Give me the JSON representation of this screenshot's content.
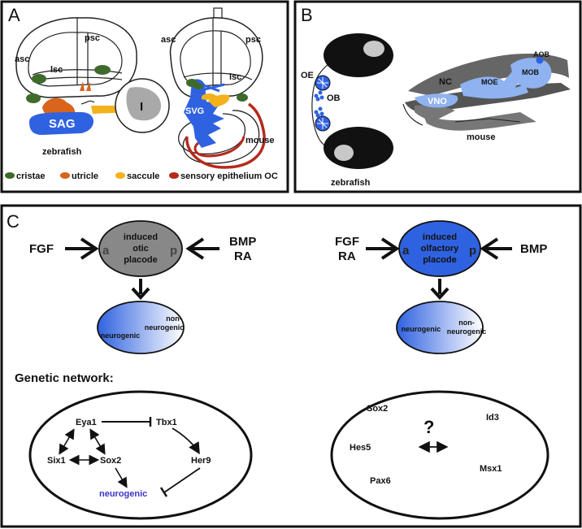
{
  "panel_a": {
    "letter": "A",
    "zebrafish_labels": {
      "asc": "asc",
      "psc": "psc",
      "lsc": "lsc",
      "sag": "SAG",
      "i": "I",
      "species": "zebrafish"
    },
    "mouse_labels": {
      "asc": "asc",
      "psc": "psc",
      "lsc": "lsc",
      "svg": "SVG",
      "species": "mouse"
    },
    "legend": [
      {
        "label": "cristae",
        "color": "#3e6b2b"
      },
      {
        "label": "utricle",
        "color": "#d9641c"
      },
      {
        "label": "saccule",
        "color": "#f3b21c"
      },
      {
        "label": "sensory epithelium OC",
        "color": "#b52a1c"
      }
    ]
  },
  "panel_b": {
    "letter": "B",
    "zebrafish_labels": {
      "oe": "OE",
      "ob": "OB",
      "species": "zebrafish"
    },
    "mouse_labels": {
      "nc": "NC",
      "moe": "MOE",
      "mob": "MOB",
      "aob": "AOB",
      "vno": "VNO",
      "species": "mouse"
    }
  },
  "panel_c": {
    "letter": "C",
    "otic": {
      "left_signal": "FGF",
      "right_signal_1": "BMP",
      "right_signal_2": "RA",
      "placode_line_1": "induced",
      "placode_line_2": "otic",
      "placode_line_3": "placode",
      "axis_a": "a",
      "axis_p": "p",
      "result_neurogenic": "neurogenic",
      "result_non_1": "non-",
      "result_non_2": "neurogenic"
    },
    "olfactory": {
      "left_signal_1": "FGF",
      "left_signal_2": "RA",
      "right_signal": "BMP",
      "placode_line_1": "induced",
      "placode_line_2": "olfactory",
      "placode_line_3": "placode",
      "axis_a": "a",
      "axis_p": "p",
      "result_neurogenic": "neurogenic",
      "result_non_1": "non-",
      "result_non_2": "neurogenic"
    },
    "network_title": "Genetic network:",
    "otic_network": {
      "eya1": "Eya1",
      "tbx1": "Tbx1",
      "six1": "Six1",
      "sox2": "Sox2",
      "her9": "Her9",
      "neurogenic": "neurogenic"
    },
    "olfactory_network": {
      "sox2": "Sox2",
      "id3": "Id3",
      "hes5": "Hes5",
      "msx1": "Msx1",
      "pax6": "Pax6",
      "question": "?"
    }
  }
}
